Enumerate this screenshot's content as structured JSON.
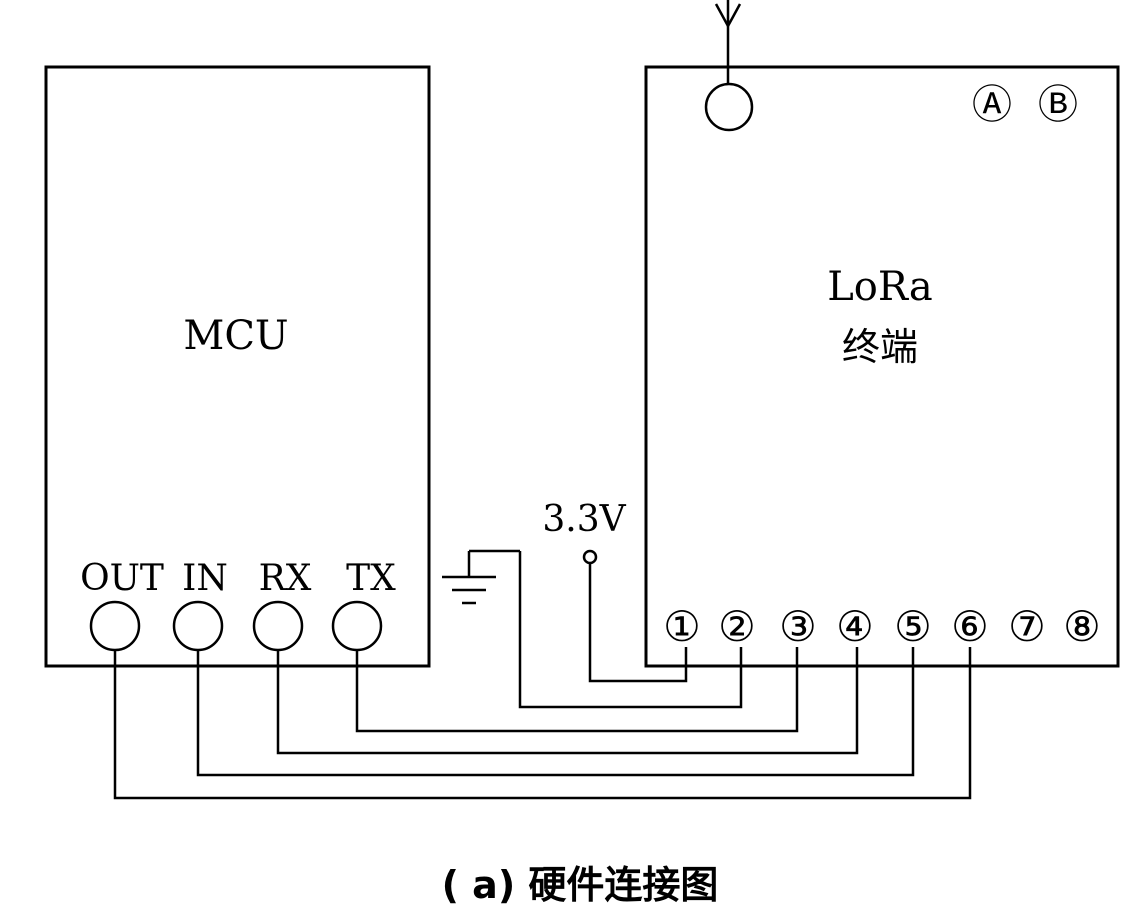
{
  "mcu": {
    "title": "MCU",
    "pins": [
      "OUT",
      "IN",
      "RX",
      "TX"
    ]
  },
  "lora": {
    "title_line1": "LoRa",
    "title_line2": "终端",
    "corner_labels": [
      "Ⓐ",
      "Ⓑ"
    ],
    "pins": [
      "①",
      "②",
      "③",
      "④",
      "⑤",
      "⑥",
      "⑦",
      "⑧"
    ]
  },
  "supply_label": "3.3V",
  "caption": "( a) 硬件连接图"
}
